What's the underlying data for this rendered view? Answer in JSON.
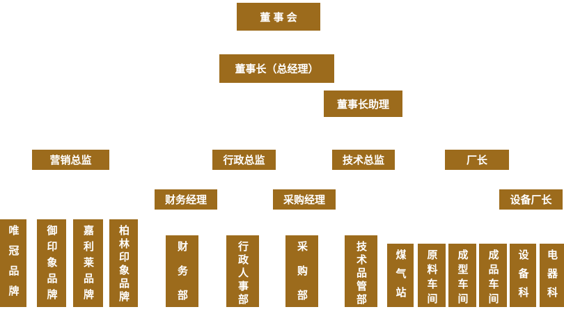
{
  "accent_color": "#9c6b1c",
  "text_color": "#ffffff",
  "nodes": {
    "board": "董 事 会",
    "chairman": "董事长（总经理）",
    "chairman_assistant": "董事长助理",
    "marketing_director": "营销总监",
    "admin_director": "行政总监",
    "tech_director": "技术总监",
    "factory_manager": "厂长",
    "finance_manager": "财务经理",
    "purchasing_manager": "采购经理",
    "equipment_factory_manager": "设备厂长",
    "brand_weiguan": "唯冠品牌",
    "brand_yuyinxiang": "御印象品牌",
    "brand_jialilai": "嘉利莱品牌",
    "brand_bolinyinxiang": "柏林印象品牌",
    "finance_dept": "财务部",
    "admin_hr_dept": "行政人事部",
    "purchasing_dept": "采购部",
    "tech_qc_dept": "技术品管部",
    "gas_station": "煤气站",
    "raw_material_workshop": "原料车间",
    "forming_workshop": "成型车间",
    "finished_goods_workshop": "成品车间",
    "equipment_section": "设备科",
    "electrical_section": "电器科"
  }
}
